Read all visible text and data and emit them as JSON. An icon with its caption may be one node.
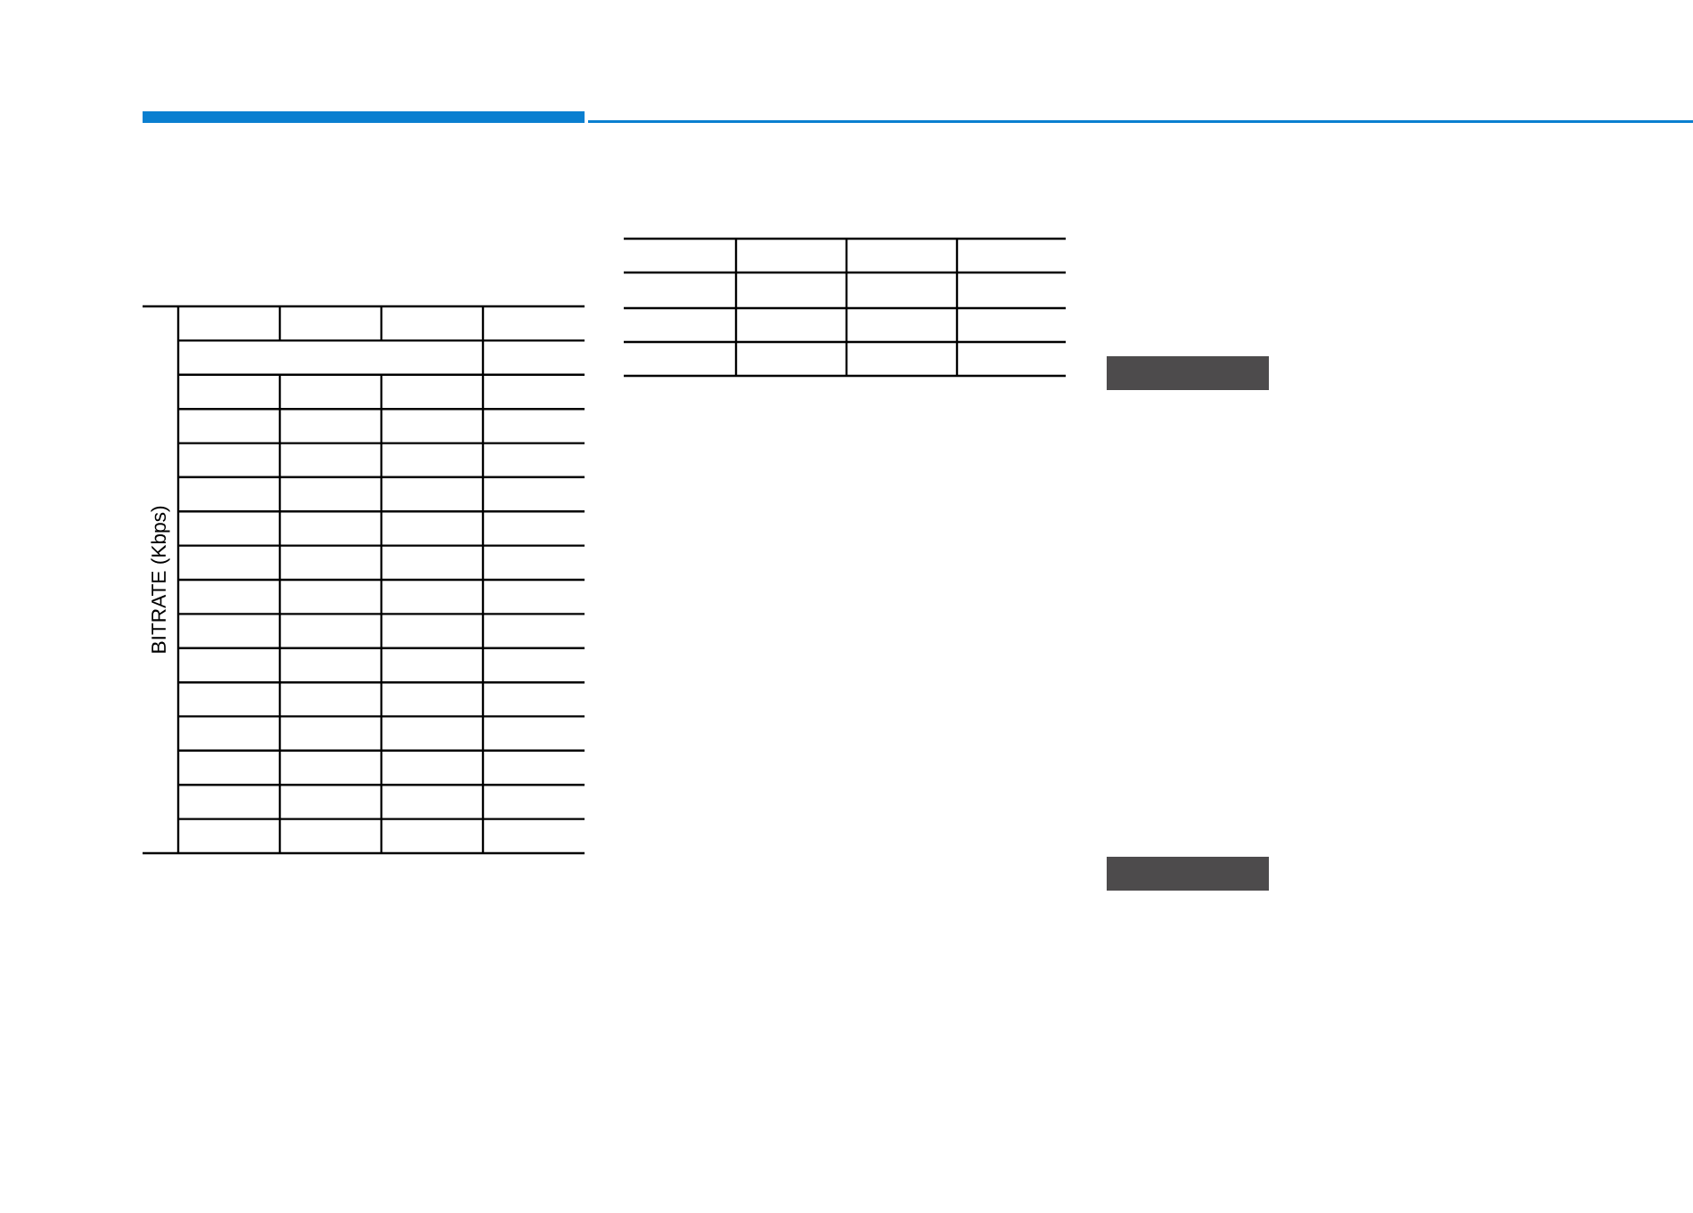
{
  "diagram": {
    "nodes": [
      {
        "text": [],
        "shape": "bar"
      },
      {
        "text": [],
        "shape": "bar"
      }
    ],
    "labels": [
      "BITRATE (Kbps)"
    ]
  }
}
